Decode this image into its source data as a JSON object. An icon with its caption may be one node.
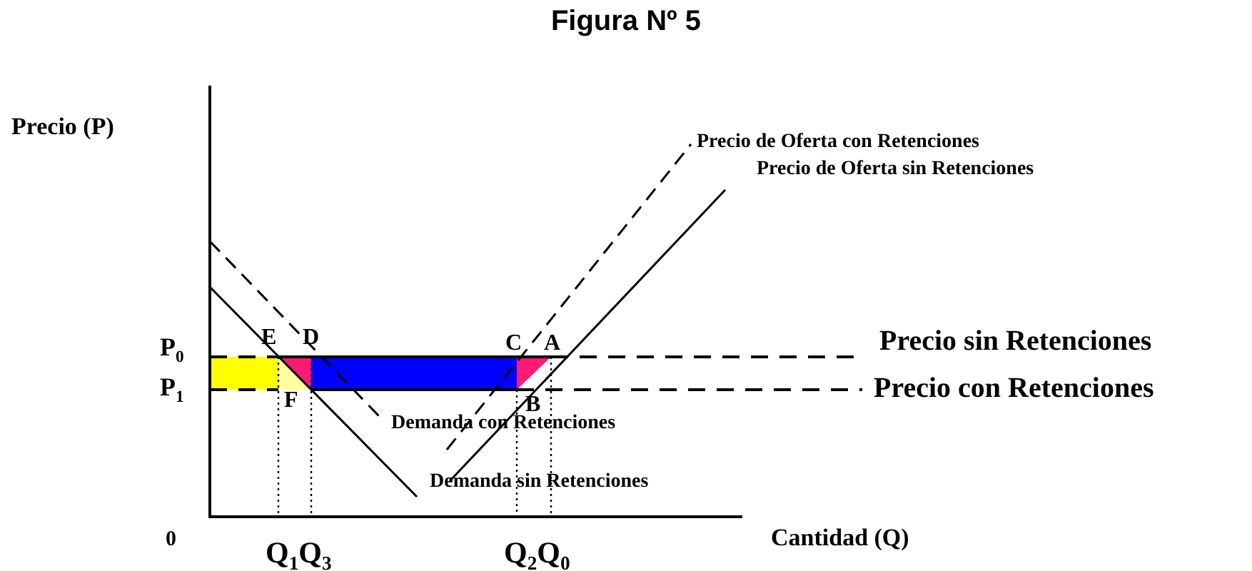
{
  "diagram": {
    "title": "Figura Nº 5",
    "labels": [
      "Precio (P)",
      "Precio de Oferta con Retenciones",
      "Precio de Oferta sin Retenciones",
      "P$_{0}$",
      "E",
      "D",
      "C",
      "A",
      "Precio sin Retenciones",
      "P$_{1}$",
      "F",
      "B",
      "Precio con Retenciones",
      "Demanda con Retenciones",
      "Demanda sin Retenciones",
      "Cantidad (Q)",
      "0",
      "Q$_{1}$Q$_{3}$",
      "Q$_{2}$Q$_{0}$"
    ]
  }
}
